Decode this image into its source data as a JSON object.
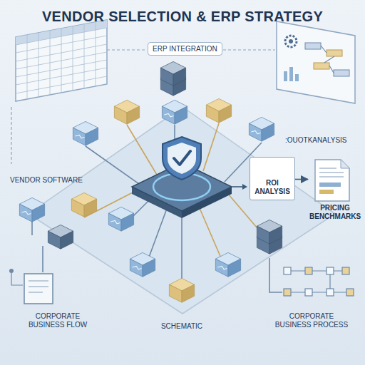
{
  "diagram": {
    "title": "VENDOR SELECTION & ERP STRATEGY",
    "nodes": [
      {
        "text": [
          "ERP INTEGRATION"
        ]
      },
      {
        "text": [
          "ROI ANALYSIS"
        ]
      },
      {
        "text": [
          "PRICING BENCHMARKS"
        ]
      }
    ],
    "edges": [
      {
        "from": 1,
        "to": 2,
        "arrow": "to"
      }
    ],
    "labels": [
      ":OUOTKANALYSIS",
      "VENDOR SOFTWARE",
      "CORPORATE BUSINESS FLOW",
      "SCHEMATIC",
      "CORPORATE BUSINESS PROCESS"
    ]
  }
}
